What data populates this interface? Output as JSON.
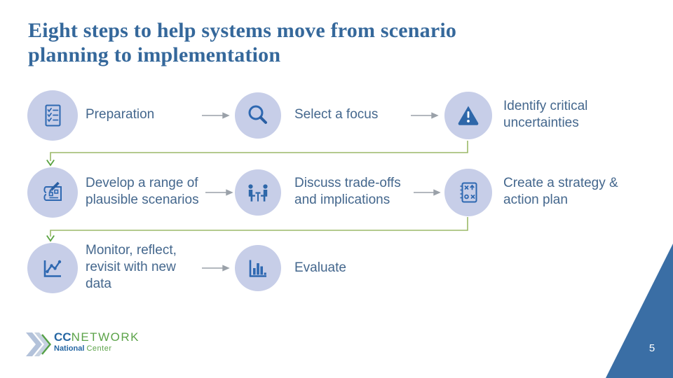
{
  "title": {
    "text": "Eight steps to help systems move from scenario\nplanning to implementation"
  },
  "colors": {
    "title_blue": "#35689B",
    "label_blue": "#44678D",
    "circle_fill": "#C7CEE8",
    "icon_blue": "#2E68B1",
    "green_line": "#9BB968",
    "green_arrow": "#58A23F",
    "gray_arrow": "#9AA1A9",
    "wedge_blue": "#3A6EA5",
    "logo_blue": "#2667A3",
    "logo_green": "#5CA349"
  },
  "steps": [
    {
      "label": "Preparation",
      "icon": "checklist-icon"
    },
    {
      "label": "Select a focus",
      "icon": "magnifier-icon"
    },
    {
      "label": "Identify critical\nuncertainties",
      "icon": "warning-icon"
    },
    {
      "label": "Develop a range of\nplausible scenarios",
      "icon": "blueprint-icon"
    },
    {
      "label": "Discuss trade-offs\nand implications",
      "icon": "discussion-icon"
    },
    {
      "label": "Create a strategy &\naction plan",
      "icon": "playbook-icon"
    },
    {
      "label": "Monitor, reflect,\nrevisit with new\ndata",
      "icon": "line-chart-icon"
    },
    {
      "label": "Evaluate",
      "icon": "bar-chart-icon"
    }
  ],
  "footer": {
    "logo": {
      "cc": "CC",
      "network": "NETWORK",
      "national": "National",
      "center": "Center"
    },
    "page_number": "5"
  }
}
